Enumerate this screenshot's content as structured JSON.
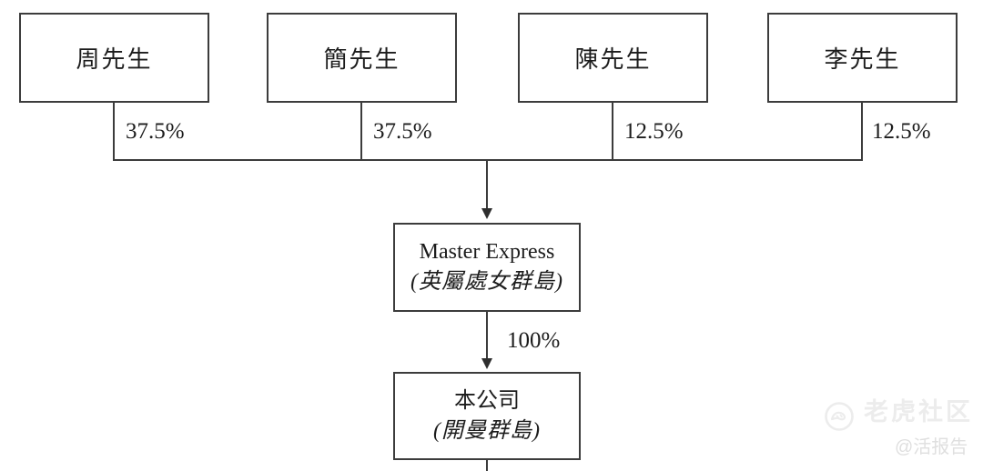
{
  "diagram": {
    "title_implicit": "shareholding-structure",
    "shareholders": [
      {
        "name": "周先生",
        "percent": "37.5%"
      },
      {
        "name": "簡先生",
        "percent": "37.5%"
      },
      {
        "name": "陳先生",
        "percent": "12.5%"
      },
      {
        "name": "李先生",
        "percent": "12.5%"
      }
    ],
    "intermediate_company": {
      "name": "Master Express",
      "jurisdiction": "(英屬處女群島)"
    },
    "listed_company": {
      "name": "本公司",
      "jurisdiction": "(開曼群島)"
    },
    "ownership_to_company": "100%"
  },
  "watermark": {
    "brand": "老虎社区",
    "handle": "@活报告"
  },
  "colors": {
    "line": "#3c3c3c",
    "text": "#1c1c1c",
    "background": "#ffffff",
    "watermark_brand": "#ececec",
    "watermark_handle": "#dfdfdf"
  }
}
